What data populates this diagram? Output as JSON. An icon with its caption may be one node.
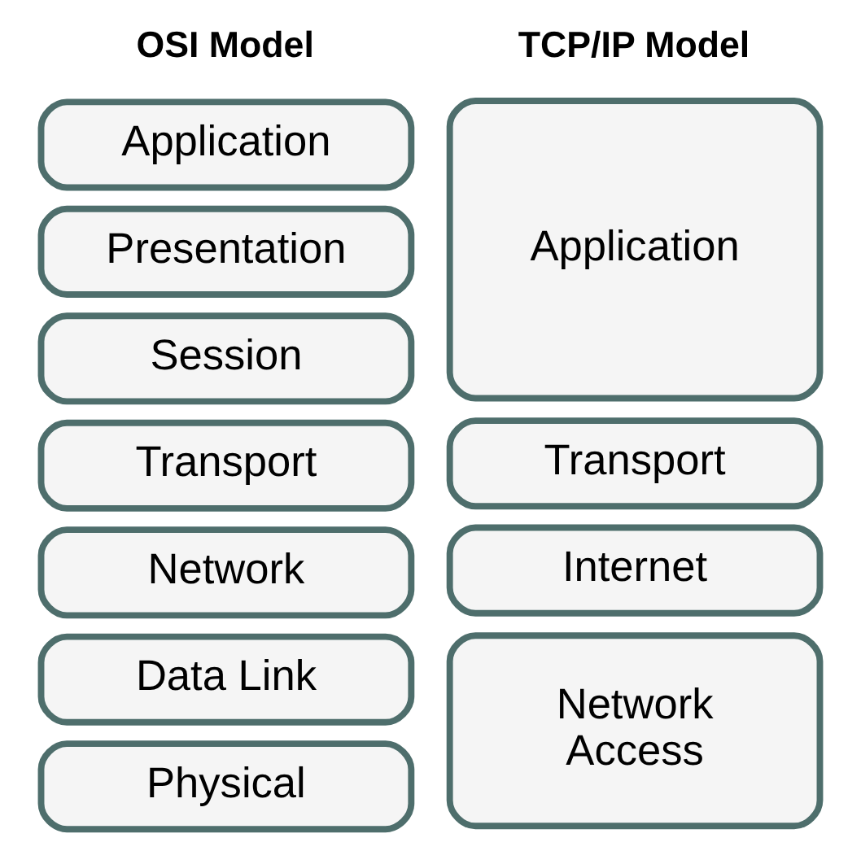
{
  "diagram": {
    "nodes": [
      {
        "text": [
          "Application"
        ]
      },
      {
        "text": [
          "Presentation"
        ]
      },
      {
        "text": [
          "Session"
        ]
      },
      {
        "text": [
          "Transport"
        ]
      },
      {
        "text": [
          "Network"
        ]
      },
      {
        "text": [
          "Data Link"
        ]
      },
      {
        "text": [
          "Physical"
        ]
      },
      {
        "text": [
          "Application"
        ]
      },
      {
        "text": [
          "Transport"
        ]
      },
      {
        "text": [
          "Internet"
        ]
      },
      {
        "text": [
          "Network Access"
        ]
      }
    ],
    "edges": [],
    "labels": [
      "OSI Model",
      "TCP/IP Model"
    ]
  }
}
